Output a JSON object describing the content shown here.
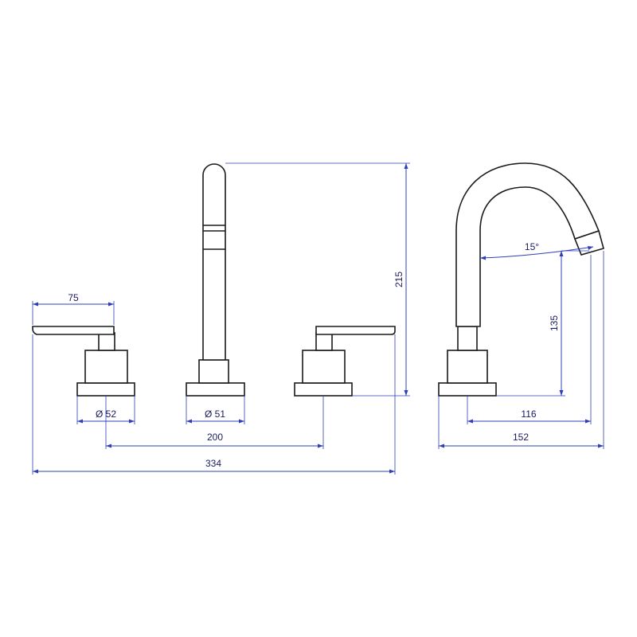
{
  "colors": {
    "outline": "#1a1a1a",
    "dimension": "#2f3fb8",
    "label": "#1a1a5e"
  },
  "dimensions": {
    "handle_reach": "75",
    "height": "215",
    "handle_base_diameter": "Ø 52",
    "spout_base_diameter": "Ø 51",
    "handle_spacing": "200",
    "overall_width": "334",
    "spout_angle": "15°",
    "spout_outlet_height": "135",
    "spout_reach_inner": "116",
    "spout_reach_outer": "152"
  }
}
